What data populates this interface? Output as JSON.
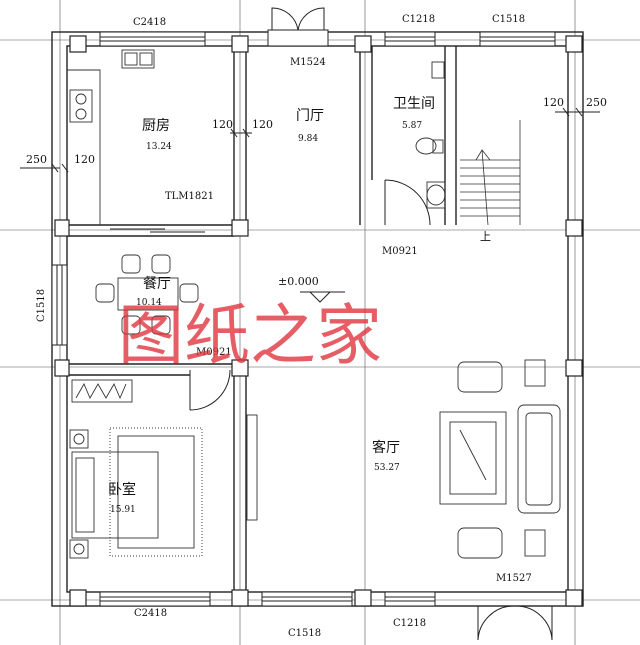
{
  "rooms": {
    "kitchen": {
      "name": "厨房",
      "area": "13.24"
    },
    "foyer": {
      "name": "门厅",
      "area": "9.84"
    },
    "bathroom": {
      "name": "卫生间",
      "area": "5.87"
    },
    "dining": {
      "name": "餐厅",
      "area": "10.14"
    },
    "bedroom": {
      "name": "卧室",
      "area": "15.91"
    },
    "living": {
      "name": "客厅",
      "area": "53.27"
    }
  },
  "openings": {
    "top_window_left": "C2418",
    "top_window_mid": "C1218",
    "top_window_right": "C1518",
    "main_door": "M1524",
    "kitchen_door": "TLM1821",
    "bath_door": "M0921",
    "bedroom_door": "M0921",
    "left_window": "C1518",
    "bottom_window_left": "C2418",
    "bottom_window_mid": "C1518",
    "bottom_window_right": "C1218",
    "living_door": "M1527"
  },
  "dimensions": {
    "left_outer": "250",
    "left_inner": "120",
    "mid_a": "120",
    "mid_b": "120",
    "right_inner": "120",
    "right_outer": "250"
  },
  "level": "±0.000",
  "stair_up": "上",
  "watermark": "图纸之家"
}
